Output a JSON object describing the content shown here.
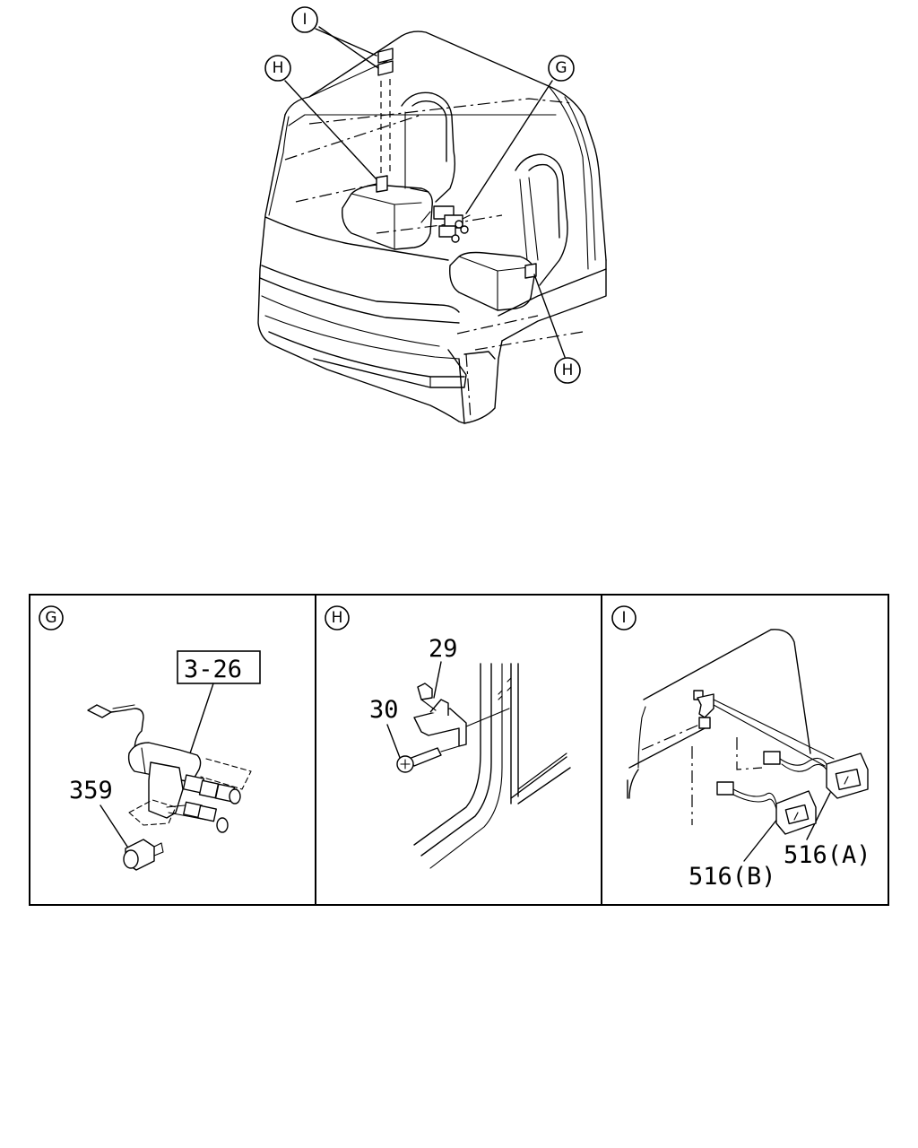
{
  "overview": {
    "callouts": [
      {
        "label": "I"
      },
      {
        "label": "H"
      },
      {
        "label": "G"
      },
      {
        "label": "H"
      }
    ]
  },
  "panels": [
    {
      "label": "G",
      "parts": [
        "3-26",
        "359"
      ]
    },
    {
      "label": "H",
      "parts": [
        "29",
        "30"
      ]
    },
    {
      "label": "I",
      "parts": [
        "516(A)",
        "516(B)"
      ]
    }
  ]
}
